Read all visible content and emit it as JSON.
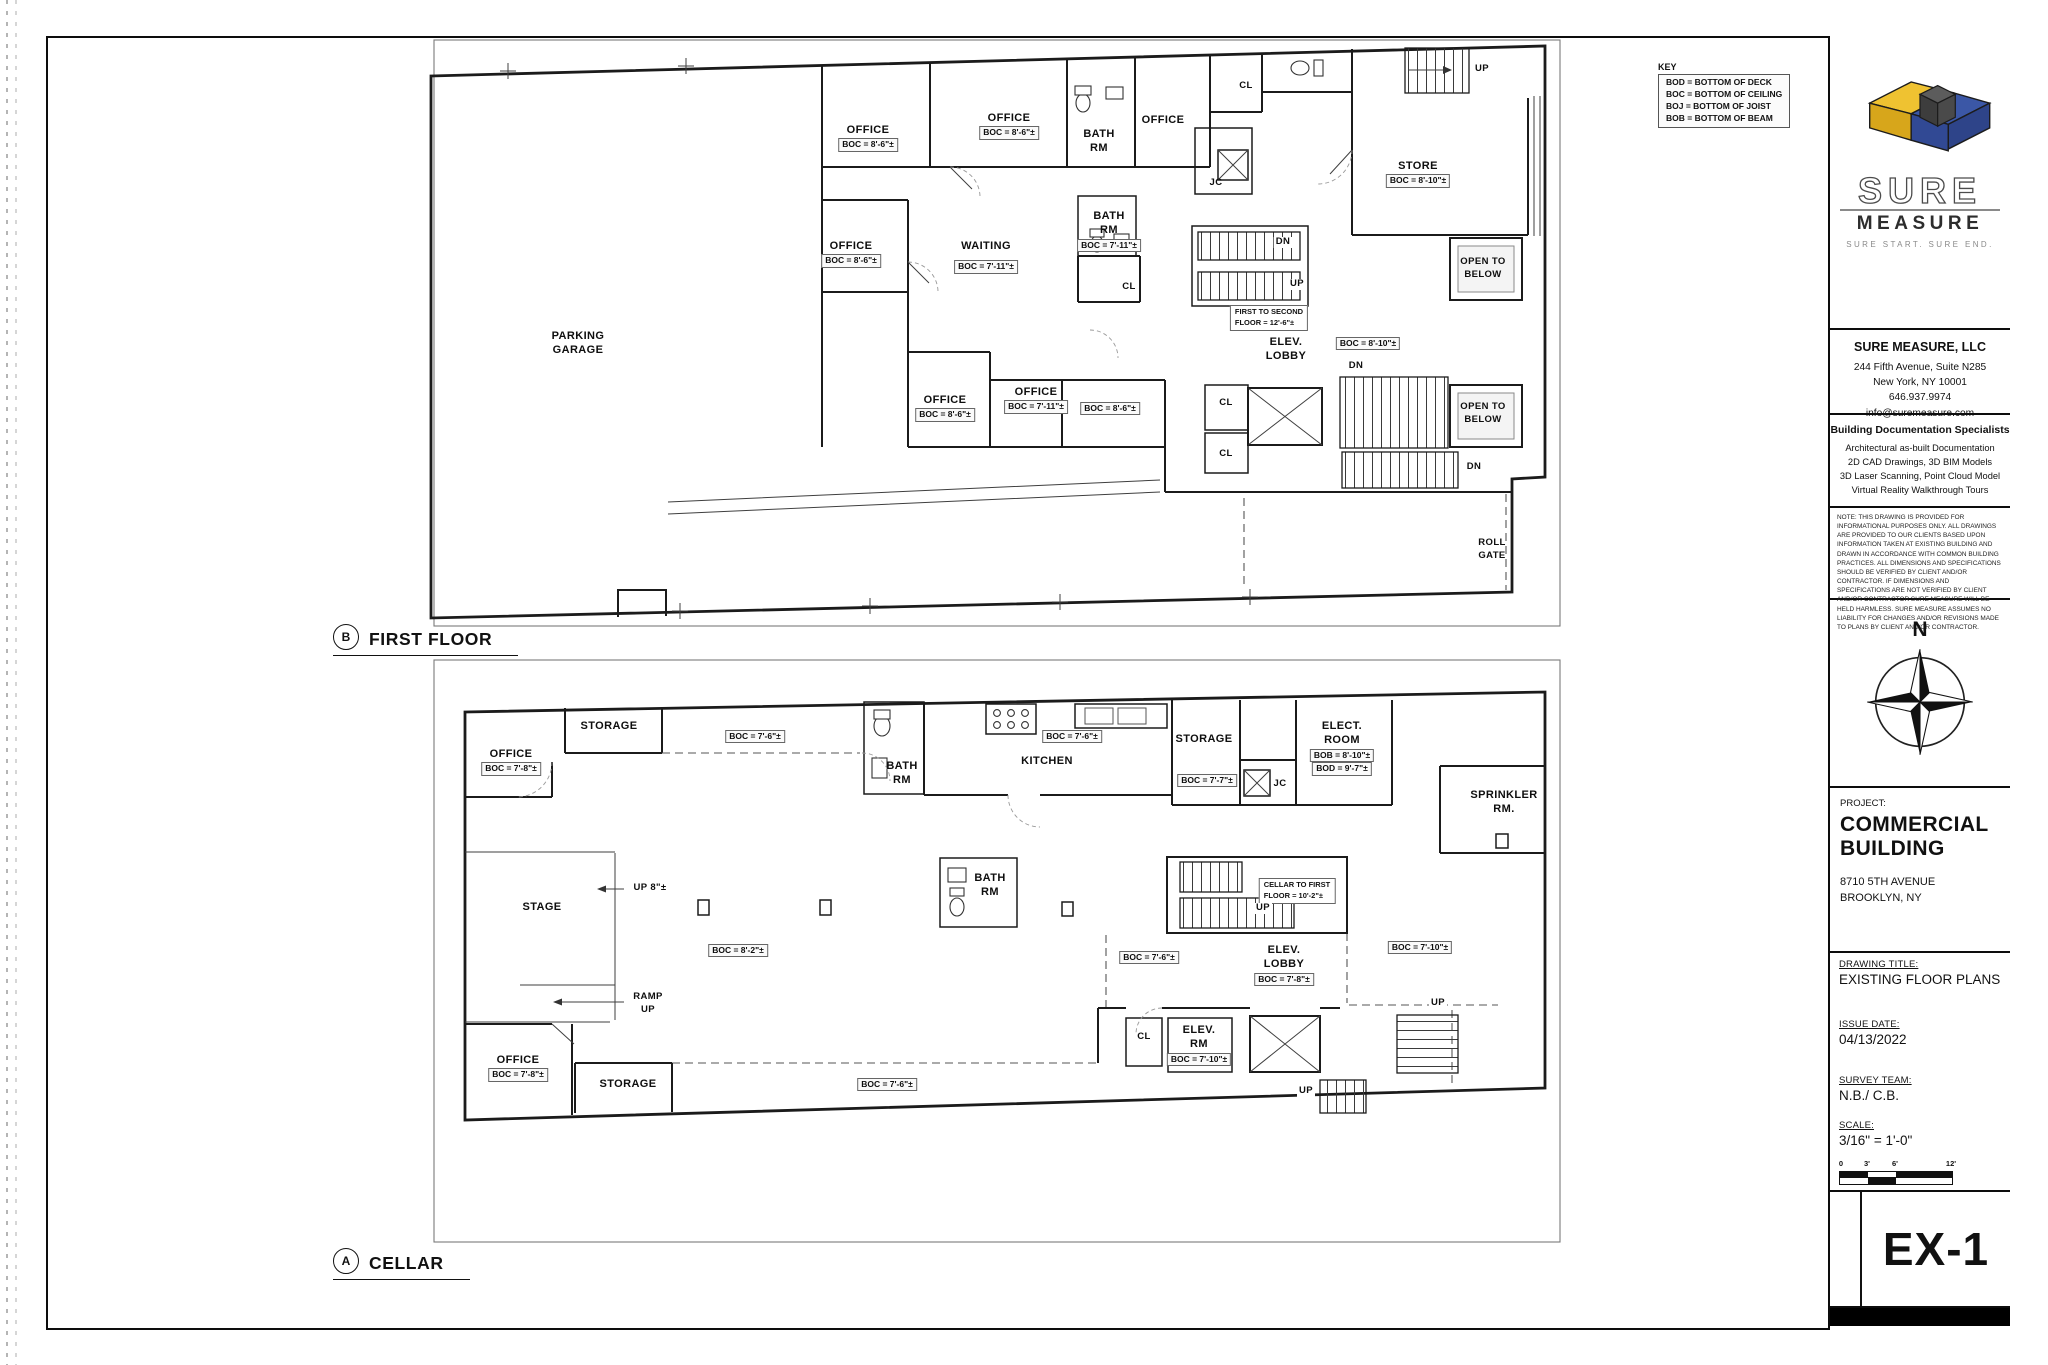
{
  "key": {
    "title": "KEY",
    "lines": [
      "BOD = BOTTOM OF DECK",
      "BOC = BOTTOM OF CEILING",
      "BOJ = BOTTOM OF JOIST",
      "BOB = BOTTOM OF BEAM"
    ]
  },
  "ff": {
    "letter": "B",
    "title": "FIRST FLOOR",
    "labels": {
      "parking": {
        "n1": "PARKING",
        "n2": "GARAGE"
      },
      "office_a1": {
        "n": "OFFICE",
        "b": "BOC = 8'-6\"±"
      },
      "office_a2": {
        "n": "OFFICE",
        "b": "BOC = 8'-6\"±"
      },
      "bath_a": {
        "n1": "BATH",
        "n2": "RM"
      },
      "office_a3": {
        "n": "OFFICE"
      },
      "cl_a": {
        "n": "CL"
      },
      "up_a": {
        "n": "UP"
      },
      "store": {
        "n": "STORE",
        "b": "BOC = 8'-10\"±"
      },
      "jc": {
        "n": "JC"
      },
      "office_b1": {
        "n": "OFFICE",
        "b": "BOC = 8'-6\"±"
      },
      "waiting": {
        "n": "WAITING",
        "b": "BOC = 7'-11\"±"
      },
      "bath_b": {
        "n1": "BATH",
        "n2": "RM",
        "b": "BOC = 7'-11\"±"
      },
      "cl_b": {
        "n": "CL"
      },
      "dn_mid": {
        "n": "DN"
      },
      "up_mid": {
        "n": "UP"
      },
      "stair_note": {
        "l1": "FIRST TO SECOND",
        "l2": "FLOOR = 12'-6\"±"
      },
      "open_1": {
        "n1": "OPEN TO",
        "n2": "BELOW"
      },
      "elev_lobby": {
        "n1": "ELEV.",
        "n2": "LOBBY"
      },
      "boc_lobby": {
        "b": "BOC = 8'-10\"±"
      },
      "office_c1": {
        "n": "OFFICE",
        "b": "BOC = 8'-6\"±"
      },
      "office_c2": {
        "n": "OFFICE",
        "b": "BOC = 7'-11\"±"
      },
      "room_c3": {
        "b": "BOC = 8'-6\"±"
      },
      "cl_c": {
        "n": "CL"
      },
      "cl_d": {
        "n": "CL"
      },
      "dn_r": {
        "n": "DN"
      },
      "open_2": {
        "n1": "OPEN TO",
        "n2": "BELOW"
      },
      "dn_b": {
        "n": "DN"
      },
      "roll_gate": {
        "n1": "ROLL",
        "n2": "GATE"
      }
    }
  },
  "cf": {
    "letter": "A",
    "title": "CELLAR",
    "labels": {
      "office_tl": {
        "n": "OFFICE",
        "b": "BOC = 7'-8\"±"
      },
      "storage_t": {
        "n": "STORAGE"
      },
      "corr_t": {
        "b": "BOC = 7'-6\"±"
      },
      "bath_t": {
        "n1": "BATH",
        "n2": "RM"
      },
      "kitchen": {
        "n": "KITCHEN"
      },
      "kitchen_boc": {
        "b": "BOC = 7'-6\"±"
      },
      "storage_m": {
        "n": "STORAGE"
      },
      "storage_m_boc": {
        "b": "BOC = 7'-7\"±"
      },
      "jc": {
        "n": "JC"
      },
      "elect": {
        "n1": "ELECT.",
        "n2": "ROOM",
        "b": "BOB = 8'-10\"±",
        "b2": "BOD = 9'-7\"±"
      },
      "sprinkler": {
        "n1": "SPRINKLER",
        "n2": "RM."
      },
      "stage": {
        "n": "STAGE"
      },
      "up8": {
        "n": "UP 8\"±"
      },
      "boc_main": {
        "b": "BOC = 8'-2\"±"
      },
      "ramp": {
        "n1": "RAMP",
        "n2": "UP"
      },
      "bath_m": {
        "n1": "BATH",
        "n2": "RM"
      },
      "stair_note": {
        "l1": "CELLAR TO FIRST",
        "l2": "FLOOR = 10'-2\"±"
      },
      "up_stair": {
        "n": "UP"
      },
      "corr_2": {
        "b": "BOC = 7'-6\"±"
      },
      "elev_lobby": {
        "n1": "ELEV.",
        "n2": "LOBBY",
        "b": "BOC = 7'-8\"±"
      },
      "boc_r": {
        "b": "BOC = 7'-10\"±"
      },
      "office_bl": {
        "n": "OFFICE",
        "b": "BOC = 7'-8\"±"
      },
      "storage_b": {
        "n": "STORAGE"
      },
      "corr_3": {
        "b": "BOC = 7'-6\"±"
      },
      "cl": {
        "n": "CL"
      },
      "elev_rm": {
        "n1": "ELEV.",
        "n2": "RM",
        "b": "BOC = 7'-10\"±"
      },
      "up_r": {
        "n": "UP"
      },
      "up_b": {
        "n": "UP"
      }
    }
  },
  "tb": {
    "brand1": "SURE",
    "brand2": "MEASURE",
    "tagline": "SURE START. SURE END.",
    "company": "SURE MEASURE, LLC",
    "addr1": "244 Fifth Avenue, Suite N285",
    "addr2": "New York, NY 10001",
    "phone": "646.937.9974",
    "email": "info@suremeasure.com",
    "services_title": "Building Documentation Specialists",
    "services": [
      "Architectural as-built Documentation",
      "2D CAD Drawings, 3D BIM Models",
      "3D Laser Scanning, Point Cloud Model",
      "Virtual Reality Walkthrough Tours"
    ],
    "note": "NOTE: THIS DRAWING IS PROVIDED FOR INFORMATIONAL PURPOSES ONLY. ALL DRAWINGS ARE PROVIDED TO OUR CLIENTS BASED UPON INFORMATION TAKEN AT EXISTING BUILDING AND DRAWN IN ACCORDANCE WITH COMMON BUILDING PRACTICES. ALL DIMENSIONS AND SPECIFICATIONS SHOULD BE VERIFIED BY CLIENT AND/OR CONTRACTOR. IF DIMENSIONS AND SPECIFICATIONS ARE NOT VERIFIED BY CLIENT AND/OR CONTRACTOR SURE MEASURE WILL BE HELD HARMLESS. SURE MEASURE ASSUMES NO LIABILITY FOR CHANGES AND/OR REVISIONS MADE TO PLANS BY CLIENT AND/OR CONTRACTOR.",
    "north": "N",
    "project_label": "PROJECT:",
    "project1": "COMMERCIAL",
    "project2": "BUILDING",
    "paddr1": "8710 5TH AVENUE",
    "paddr2": "BROOKLYN, NY",
    "dt_label": "DRAWING TITLE:",
    "dt": "EXISTING FLOOR PLANS",
    "date_label": "ISSUE DATE:",
    "date": "04/13/2022",
    "team_label": "SURVEY TEAM:",
    "team": "N.B./ C.B.",
    "scale_label": "SCALE:",
    "scale": "3/16\" = 1'-0\"",
    "ticks": [
      "0",
      "3'",
      "6'",
      "12'"
    ],
    "sheet_no": "EX-1"
  }
}
